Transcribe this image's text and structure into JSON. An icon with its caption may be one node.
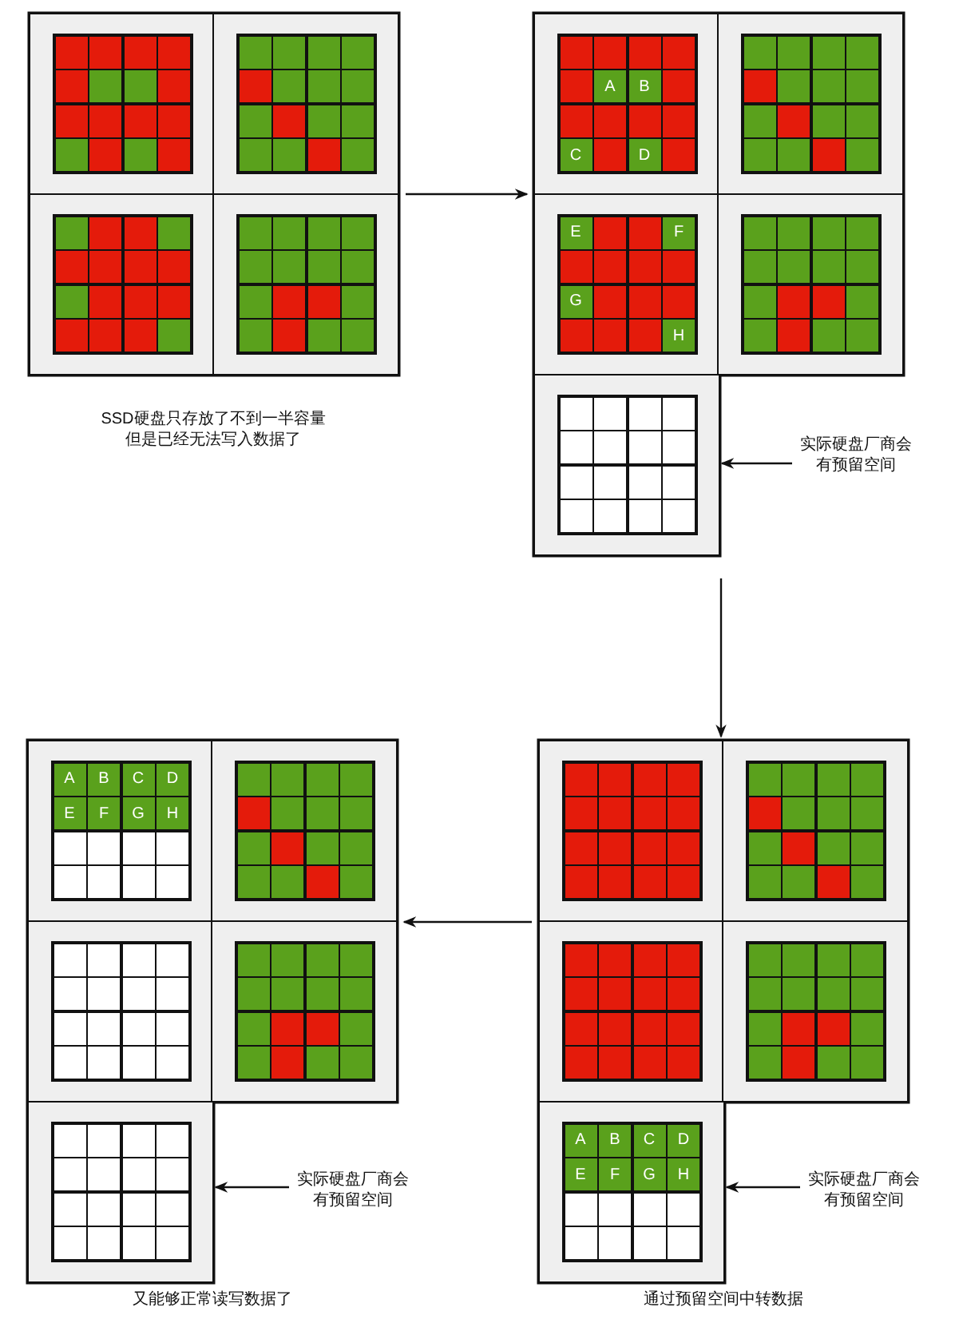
{
  "diagram": {
    "nodes": [
      {
        "text": [],
        "shape": "box",
        "beside": [
          "SSD硬盘只存放了不到一半容量但是已经无法写入数据了"
        ]
      },
      {
        "text": [],
        "shape": "box",
        "in": 0
      },
      {
        "text": [],
        "shape": "box",
        "in": 0
      },
      {
        "text": [],
        "shape": "box",
        "in": 0
      },
      {
        "text": [],
        "shape": "box",
        "in": 0
      },
      {
        "text": [],
        "shape": "box"
      },
      {
        "text": [
          "A",
          "B",
          "C",
          "D"
        ],
        "in": 5
      },
      {
        "text": [],
        "shape": "box",
        "in": 5
      },
      {
        "text": [
          "E",
          "F",
          "G",
          "H"
        ],
        "in": 5
      },
      {
        "text": [],
        "shape": "box",
        "in": 5
      },
      {
        "text": [],
        "shape": "box",
        "in": 5
      },
      {
        "text": [
          "实际硬盘厂商会有预留空间"
        ]
      },
      {
        "text": [],
        "shape": "box",
        "beside": [
          "通过预留空间中转数据"
        ]
      },
      {
        "text": [],
        "shape": "box",
        "in": 12
      },
      {
        "text": [],
        "shape": "box",
        "in": 12
      },
      {
        "text": [],
        "shape": "box",
        "in": 12
      },
      {
        "text": [],
        "shape": "box",
        "in": 12
      },
      {
        "text": [
          "A",
          "B",
          "C",
          "D",
          "E",
          "F",
          "G",
          "H"
        ],
        "in": 12
      },
      {
        "text": [
          "实际硬盘厂商会有预留空间"
        ]
      },
      {
        "text": [],
        "shape": "box",
        "beside": [
          "又能够正常读写数据了"
        ]
      },
      {
        "text": [
          "A",
          "B",
          "C",
          "D",
          "E",
          "F",
          "G",
          "H"
        ],
        "in": 19
      },
      {
        "text": [],
        "shape": "box",
        "in": 19
      },
      {
        "text": [],
        "shape": "box",
        "in": 19
      },
      {
        "text": [],
        "shape": "box",
        "in": 19
      },
      {
        "text": [],
        "shape": "box",
        "in": 19
      },
      {
        "text": [
          "实际硬盘厂商会有预留空间"
        ]
      }
    ],
    "edges": [
      {
        "from": 0,
        "to": 5,
        "arrow": "to"
      },
      {
        "from": 5,
        "to": 12,
        "arrow": "to"
      },
      {
        "from": 12,
        "to": 19,
        "arrow": "to"
      },
      {
        "from": 11,
        "to": 10,
        "arrow": "to"
      },
      {
        "from": 18,
        "to": 17,
        "arrow": "to"
      },
      {
        "from": 25,
        "to": 24,
        "arrow": "to"
      }
    ]
  }
}
